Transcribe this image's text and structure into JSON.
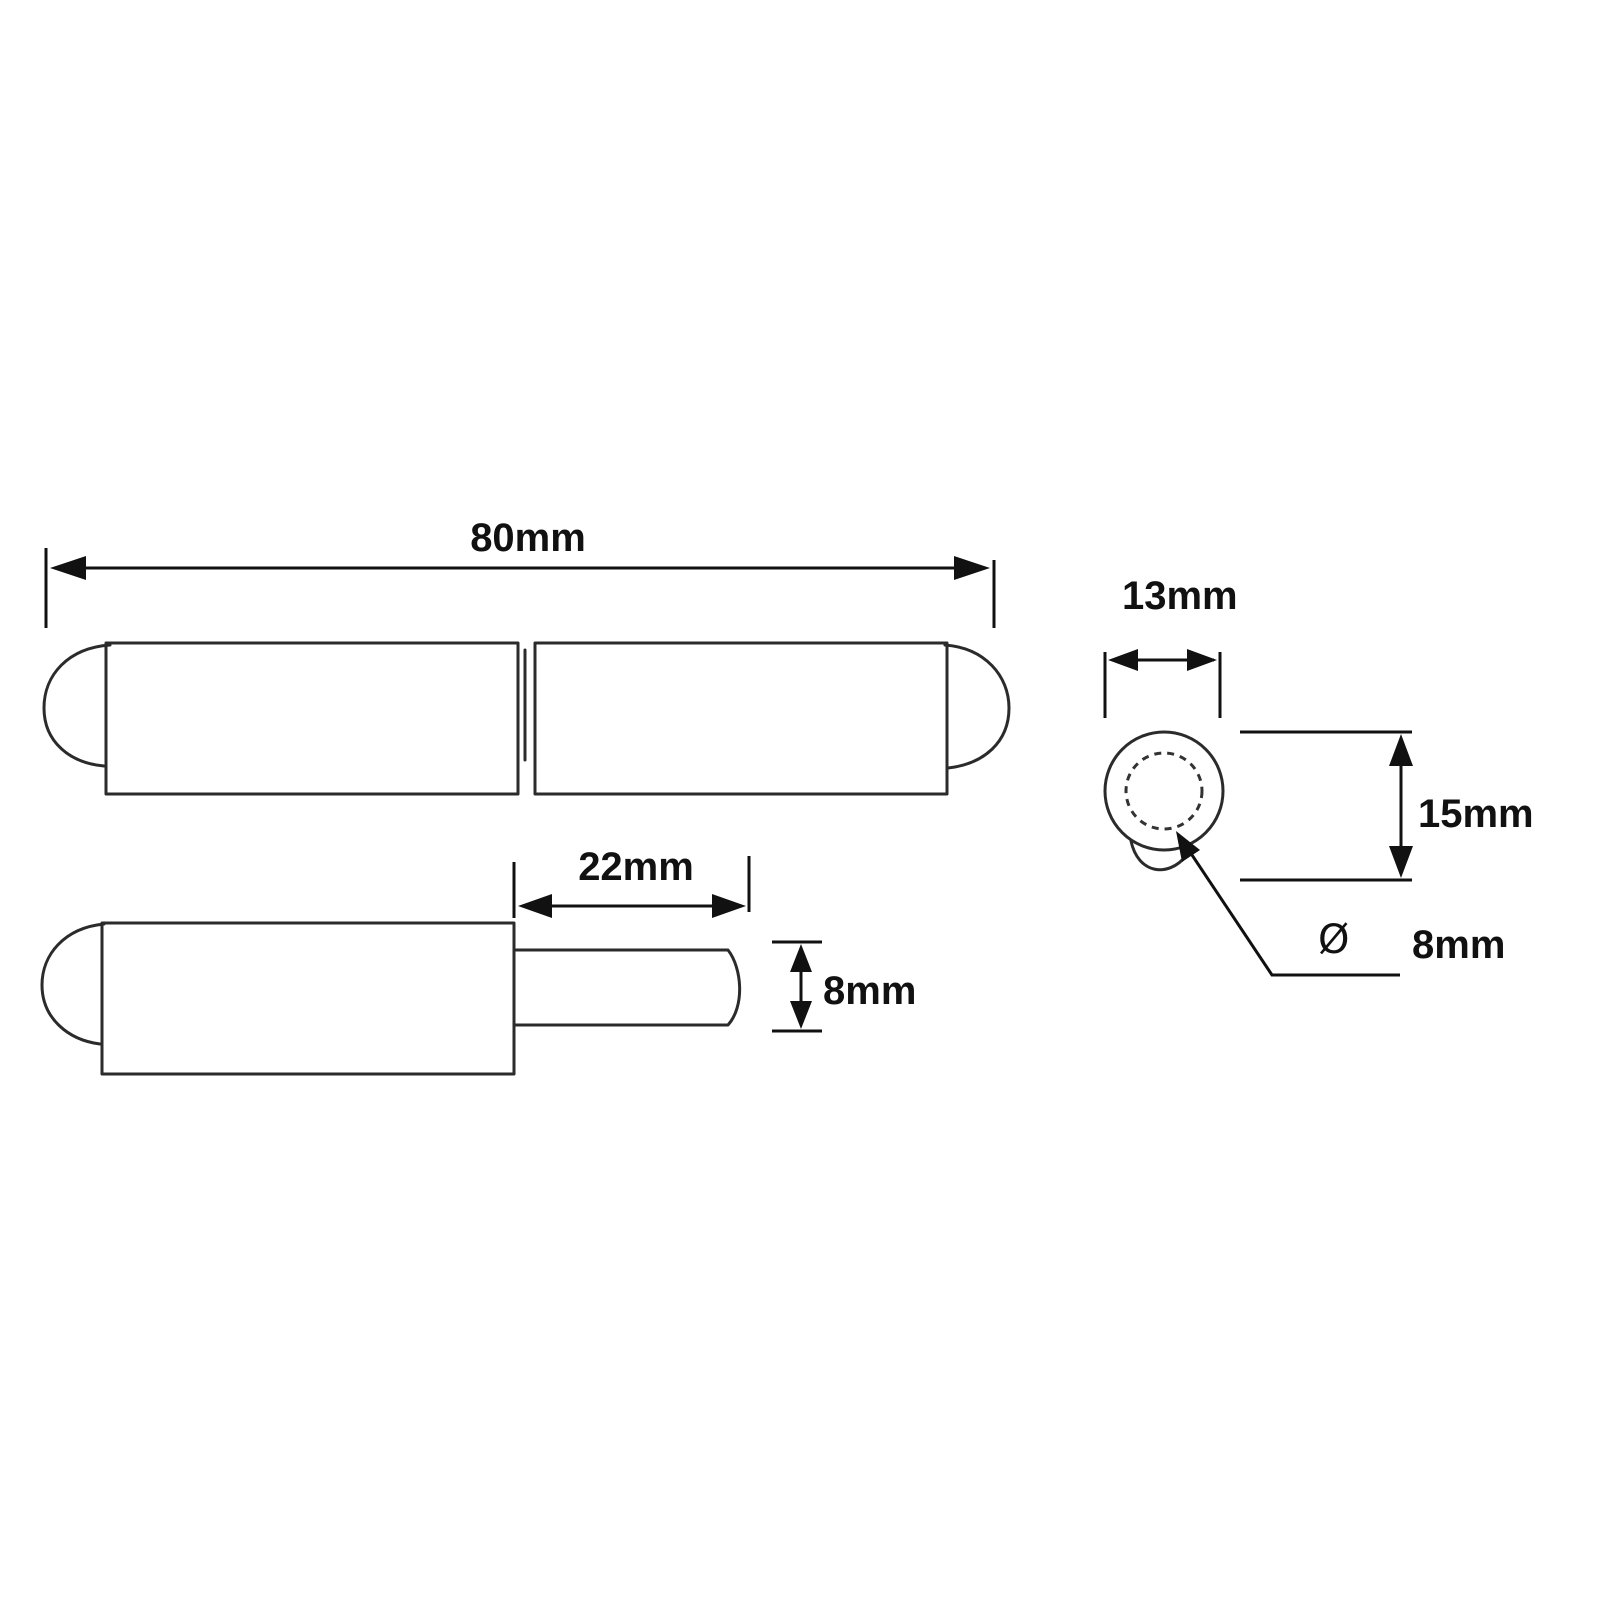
{
  "dimensions": {
    "overall_length": "80mm",
    "pin_length": "22mm",
    "pin_diameter": "8mm",
    "end_width": "13mm",
    "end_height": "15mm",
    "bore_symbol": "Ø",
    "bore_diameter": "8mm"
  }
}
